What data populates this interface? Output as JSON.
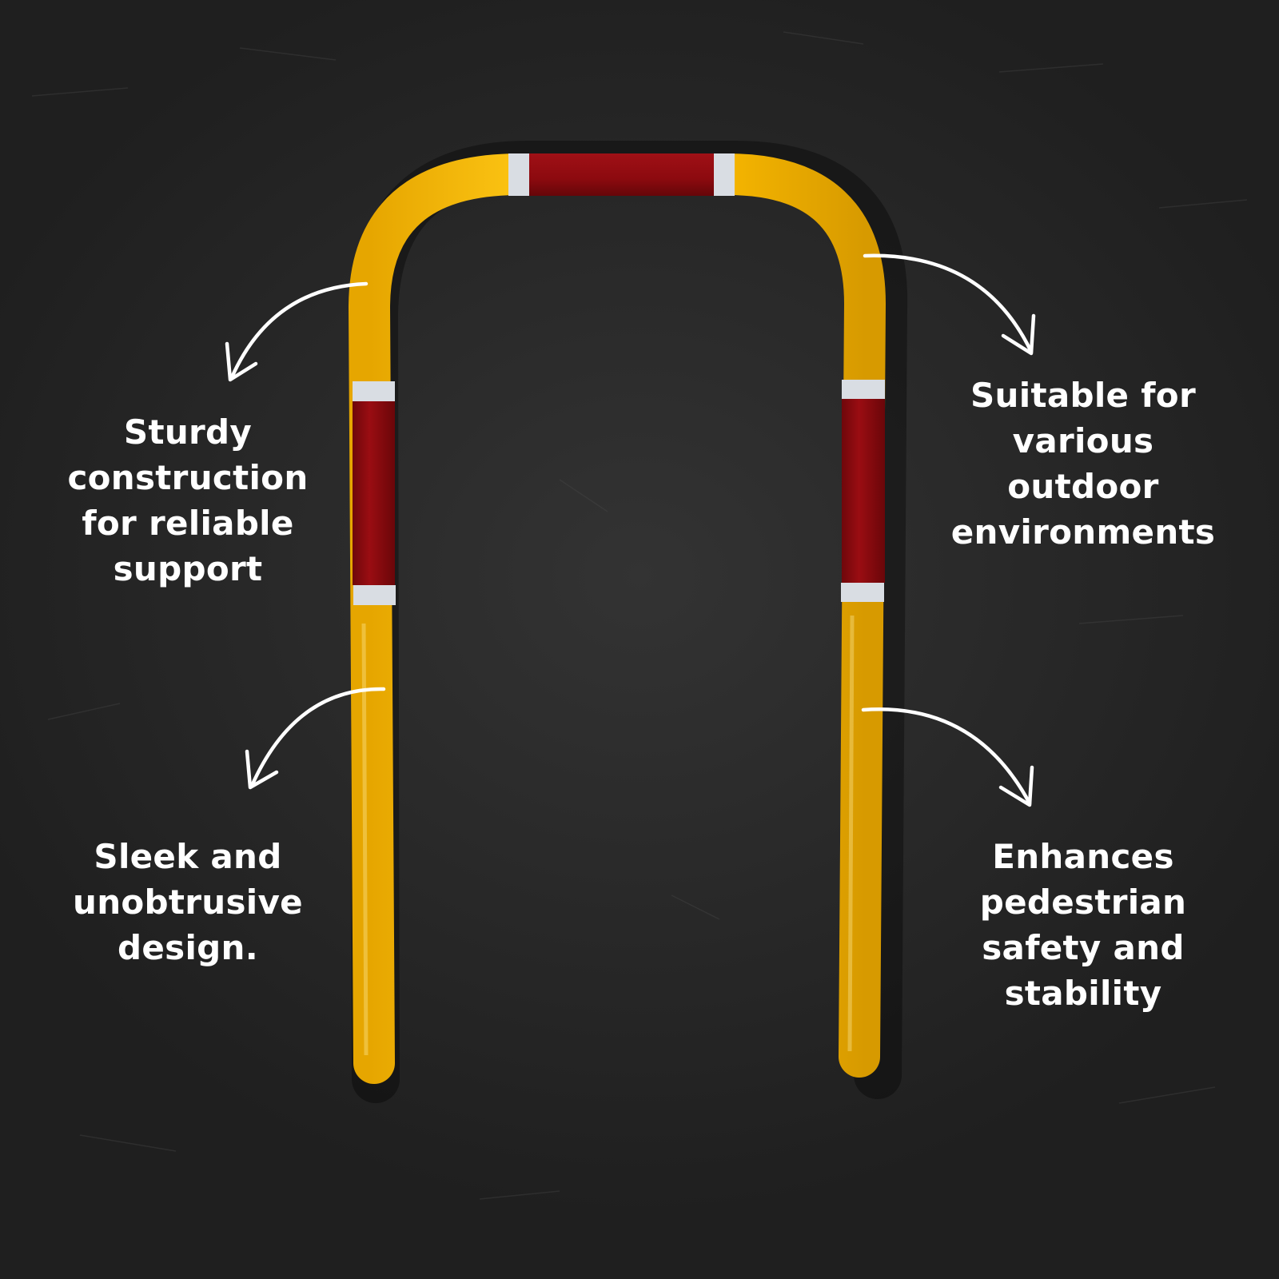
{
  "colors": {
    "background": "#262626",
    "bar_yellow": "#f5b800",
    "band_red": "#8c0a0f",
    "band_reflective": "#d9dde3",
    "text": "#ffffff"
  },
  "features": [
    {
      "lines": [
        "Sturdy",
        "construction",
        "for reliable",
        "support"
      ]
    },
    {
      "lines": [
        "Sleek and",
        "unobtrusive",
        "design."
      ]
    },
    {
      "lines": [
        "Suitable for",
        "various",
        "outdoor",
        "environments"
      ]
    },
    {
      "lines": [
        "Enhances",
        "pedestrian",
        "safety and",
        "stability"
      ]
    }
  ],
  "icons": {
    "arrow": "curved-arrow-icon"
  }
}
